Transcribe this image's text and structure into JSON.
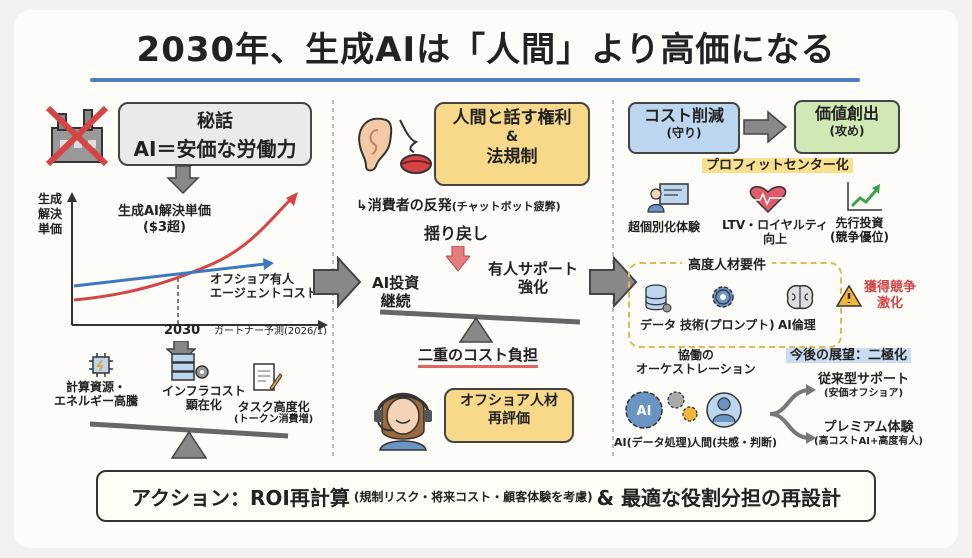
{
  "title": "2030年、生成AIは「人間」より高価になる",
  "left": {
    "secret_label": "秘話",
    "secret_text": "AI＝安価な労働力",
    "y_axis": [
      "生成",
      "解決",
      "単価"
    ],
    "red_line_label": [
      "生成AI解決単価",
      "($3超)"
    ],
    "blue_line_label": [
      "オフショア有人",
      "エージェントコスト"
    ],
    "x_tick": "2030",
    "source": "ガートナー予測(2026/1)",
    "items": [
      {
        "icon": "chip-icon",
        "label": [
          "計算資源・",
          "エネルギー高騰"
        ]
      },
      {
        "icon": "server-gear-icon",
        "label": [
          "インフラコスト",
          "顕在化"
        ]
      },
      {
        "icon": "document-pen-icon",
        "label": [
          "タスク高度化",
          "(トークン消費増)"
        ]
      }
    ]
  },
  "middle": {
    "right_box": [
      "人間と話す権利",
      "&",
      "法規制"
    ],
    "backlash": "↳消費者の反発",
    "backlash_sub": "(チャットボット疲弊)",
    "swing": "揺り戻し",
    "ai_invest": [
      "AI投資",
      "継続"
    ],
    "human_support": [
      "有人サポート",
      "強化"
    ],
    "double_cost": "二重のコスト負担",
    "offshore": [
      "オフショア人材",
      "再評価"
    ]
  },
  "right": {
    "cost_cut": [
      "コスト削減",
      "(守り)"
    ],
    "value_create": [
      "価値創出",
      "(攻め)"
    ],
    "profit_center": "プロフィットセンター化",
    "features": [
      {
        "icon": "person-screen-icon",
        "label": [
          "超個別化体験"
        ]
      },
      {
        "icon": "heart-icon",
        "label": [
          "LTV・ロイヤルティ",
          "向上"
        ]
      },
      {
        "icon": "growth-chart-icon",
        "label": [
          "先行投資",
          "(競争優位)"
        ]
      }
    ],
    "talent_title": "高度人材要件",
    "talent": [
      {
        "icon": "database-icon",
        "label": "データ"
      },
      {
        "icon": "gear-icon",
        "label": "技術(プロンプト)"
      },
      {
        "icon": "brain-icon",
        "label": "AI倫理"
      }
    ],
    "warning": [
      "獲得競争",
      "激化"
    ],
    "orchestration": [
      "協働の",
      "オーケストレーション"
    ],
    "future": "今後の展望：二極化",
    "ai_label": "AI(データ処理)",
    "human_label": "人間(共感・判断)",
    "branch1": [
      "従来型サポート",
      "(安価オフショア)"
    ],
    "branch2": [
      "プレミアム体験",
      "(高コストAI+高度有人)"
    ],
    "colors": {
      "red": "#d64545",
      "blue": "#3b78c4",
      "yellow": "#f8d98a",
      "green": "#cfe8b4",
      "lightblue": "#bcd6ef"
    }
  },
  "bottom": {
    "prefix": "アクション：ROI再計算",
    "note": "(規制リスク・将来コスト・顧客体験を考慮)",
    "suffix": "& 最適な役割分担の再設計"
  }
}
